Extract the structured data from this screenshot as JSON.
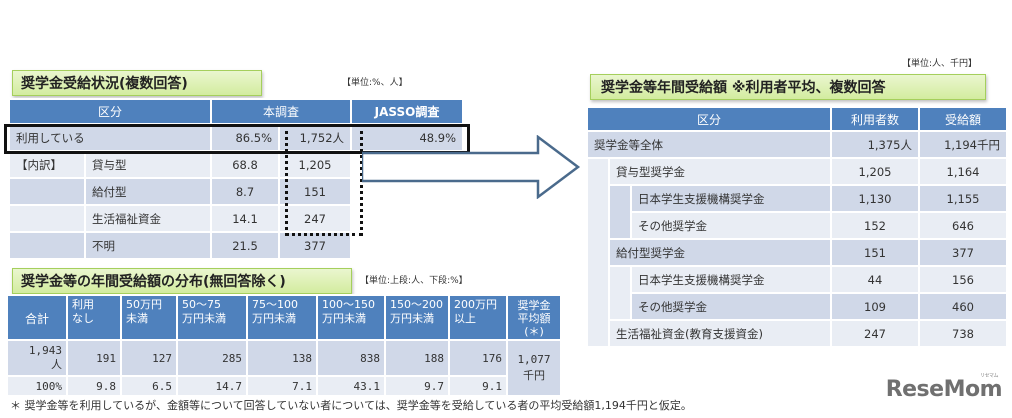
{
  "left_status": {
    "title": "奨学金受給状況(複数回答)",
    "unit": "【単位:%、人】",
    "headers": {
      "category": "区分",
      "survey": "本調査",
      "jasso": "JASSO調査"
    },
    "using_row": {
      "label": "利用している",
      "percent": "86.5%",
      "count": "1,752人",
      "jasso": "48.9%"
    },
    "breakdown_label": "【内訳】",
    "breakdown": [
      {
        "label": "貸与型",
        "percent": "68.8",
        "count": "1,205"
      },
      {
        "label": "給付型",
        "percent": "8.7",
        "count": "151"
      },
      {
        "label": "生活福祉資金",
        "percent": "14.1",
        "count": "247"
      },
      {
        "label": "不明",
        "percent": "21.5",
        "count": "377"
      }
    ]
  },
  "distribution": {
    "title": "奨学金等の年間受給額の分布(無回答除く)",
    "unit": "【単位:上段:人、下段:%】",
    "headers": [
      "合計",
      "利用\nなし",
      "50万円\n未満",
      "50〜75\n万円未満",
      "75〜100\n万円未満",
      "100〜150\n万円未満",
      "150〜200\n万円未満",
      "200万円\n以上",
      "奨学金\n平均額\n(＊)"
    ],
    "counts": [
      "1,943\n人",
      "191",
      "127",
      "285",
      "138",
      "838",
      "188",
      "176"
    ],
    "percents": [
      "100%",
      "9.8",
      "6.5",
      "14.7",
      "7.1",
      "43.1",
      "9.7",
      "9.1"
    ],
    "average": "1,077\n千円"
  },
  "annual": {
    "title": "奨学金等年間受給額 ※利用者平均、複数回答",
    "unit": "【単位:人、千円】",
    "headers": {
      "category": "区分",
      "users": "利用者数",
      "amount": "受給額"
    },
    "rows": [
      {
        "label": "奨学金等全体",
        "users": "1,375人",
        "amount": "1,194千円",
        "level": 0
      },
      {
        "label": "貸与型奨学金",
        "users": "1,205",
        "amount": "1,164",
        "level": 1
      },
      {
        "label": "日本学生支援機構奨学金",
        "users": "1,130",
        "amount": "1,155",
        "level": 2
      },
      {
        "label": "その他奨学金",
        "users": "152",
        "amount": "646",
        "level": 2
      },
      {
        "label": "給付型奨学金",
        "users": "151",
        "amount": "377",
        "level": 1
      },
      {
        "label": "日本学生支援機構奨学金",
        "users": "44",
        "amount": "156",
        "level": 2
      },
      {
        "label": "その他奨学金",
        "users": "109",
        "amount": "460",
        "level": 2
      },
      {
        "label": "生活福祉資金(教育支援資金)",
        "users": "247",
        "amount": "738",
        "level": 1
      }
    ]
  },
  "footnote": "＊ 奨学金等を利用しているが、金額等について回答していない者については、奨学金等を受給している者の平均受給額1,194千円と仮定。",
  "logo": {
    "text": "ReseMom",
    "ruby": "リセマム"
  },
  "colors": {
    "header_blue": "#4f81bd",
    "row_dark": "#d0d8e8",
    "row_light": "#e9edf4",
    "title_green": "#d3ec9f",
    "arrow": "#4a6a8c"
  }
}
